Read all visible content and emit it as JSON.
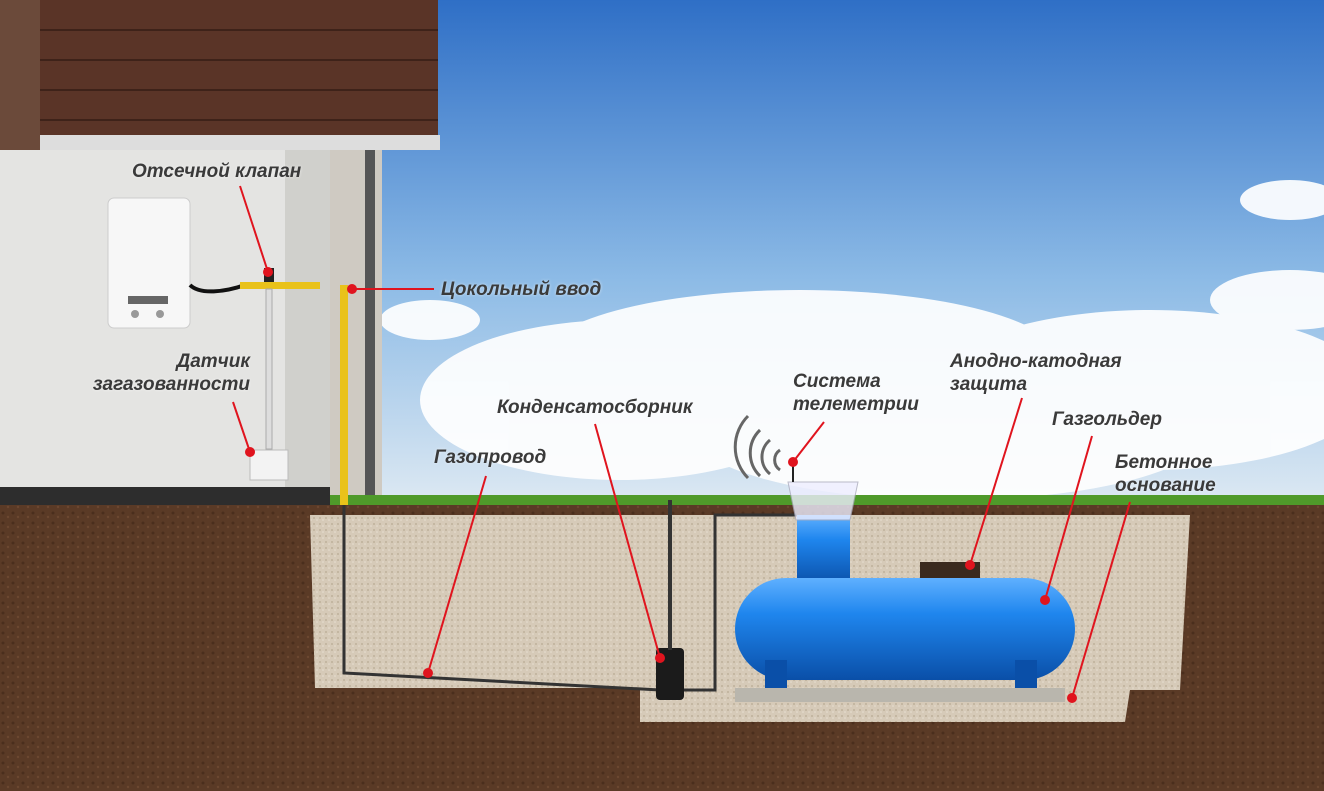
{
  "diagram": {
    "labels": {
      "shutoff_valve": "Отсечной клапан",
      "basement_inlet": "Цокольный ввод",
      "gas_sensor": [
        "Датчик",
        "загазованности"
      ],
      "condensate_collector": "Конденсатосборник",
      "gas_pipeline": "Газопровод",
      "telemetry": [
        "Система",
        "телеметрии"
      ],
      "cathodic_protection": [
        "Анодно-катодная",
        "защита"
      ],
      "gas_holder": "Газгольдер",
      "concrete_base": [
        "Бетонное",
        "основание"
      ]
    },
    "colors": {
      "leader": "#e0141e",
      "tank": "#1a73d9",
      "soil": "#5a3a26",
      "gravel": "#d8ccbb",
      "label": "#3a3a3a"
    }
  }
}
